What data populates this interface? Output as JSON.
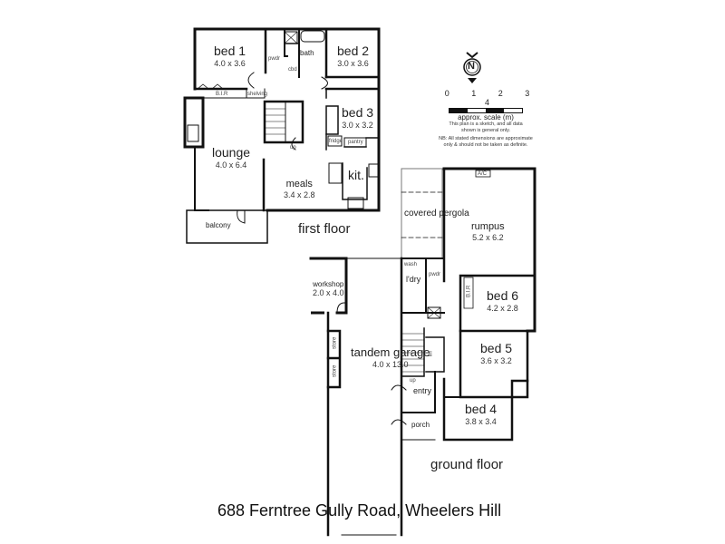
{
  "address": "688 Ferntree Gully Road, Wheelers Hill",
  "legend": {
    "north_label": "N",
    "scale_ticks": [
      "0",
      "1",
      "2",
      "3",
      "4"
    ],
    "scale_caption": "approx. scale (m)",
    "disclaimer_1": "This plan is a sketch, and all data shown is general only.",
    "disclaimer_2": "NB: All stated dimensions are approximate only & should not be taken as definite."
  },
  "first_floor": {
    "label": "first floor",
    "rooms": {
      "bed1": {
        "name": "bed 1",
        "dim": "4.0 x 3.6"
      },
      "bed2": {
        "name": "bed 2",
        "dim": "3.0 x 3.6"
      },
      "bed3": {
        "name": "bed 3",
        "dim": "3.0 x 3.2"
      },
      "lounge": {
        "name": "lounge",
        "dim": "4.0 x 6.4"
      },
      "meals": {
        "name": "meals",
        "dim": "3.4 x 2.8"
      },
      "kitchen": {
        "name": "kit."
      },
      "bath": {
        "name": "bath"
      },
      "balcony": {
        "name": "balcony"
      }
    },
    "fixtures": {
      "pwdr": "pwdr",
      "cbd": "cbd",
      "bir": "B.I.R",
      "shelving": "shelving",
      "fridge": "fridge",
      "pantry": "pantry",
      "wir": "B.I.R",
      "up": "up"
    }
  },
  "ground_floor": {
    "label": "ground floor",
    "rooms": {
      "rumpus": {
        "name": "rumpus",
        "dim": "5.2 x 6.2"
      },
      "pergola": {
        "name": "covered pergola"
      },
      "bed6": {
        "name": "bed 6",
        "dim": "4.2 x 2.8"
      },
      "bed5": {
        "name": "bed 5",
        "dim": "3.6 x 3.2"
      },
      "bed4": {
        "name": "bed 4",
        "dim": "3.8 x 3.4"
      },
      "workshop": {
        "name": "workshop",
        "dim": "2.0 x 4.0"
      },
      "garage": {
        "name": "tandem garage",
        "dim": "4.0 x 13.0"
      },
      "laundry": {
        "name": "l'dry"
      },
      "entry": {
        "name": "entry"
      },
      "porch": {
        "name": "porch"
      },
      "store1": {
        "name": "store"
      },
      "store2": {
        "name": "store"
      }
    },
    "fixtures": {
      "ac": "A/C",
      "pwdr": "pwdr",
      "wm": "wash",
      "bir": "B.I.R",
      "linen": "lin",
      "up": "up"
    }
  }
}
